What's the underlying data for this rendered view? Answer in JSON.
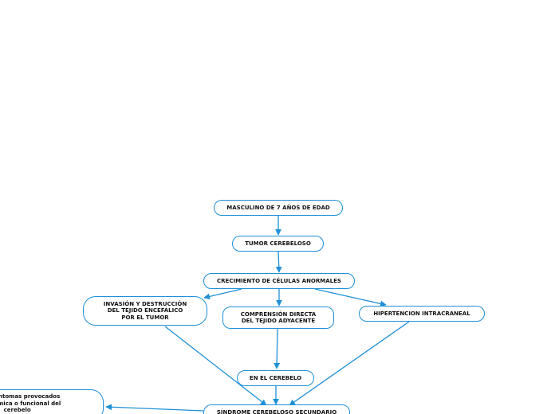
{
  "colors": {
    "stroke": "#1e90d6",
    "text": "#111111",
    "background": "#ffffff"
  },
  "nodes": {
    "patient": "MASCULINO DE 7 AÑOS DE EDAD",
    "tumor": "TUMOR CEREBELOSO",
    "growth": "CRECIMIENTO DE CÉLULAS ANORMALES",
    "invasion": "INVASIÓN Y DESTRUCCIÓN\nDEL TEJIDO ENCEFÁLICO\nPOR EL TUMOR",
    "compression": "COMPRENSIÓN DIRECTA\nDEL TEJIDO ADYACENTE",
    "hypertension": "HIPERTENCION INTRACRANEAL",
    "cerebellum": "EN EL CEREBELO",
    "syndrome": "SÍNDROME CEREBELOSO SECUNDARIO",
    "definition": "nos y síntomas provocados\nn anatómica o funcional del\ncerebelo"
  }
}
